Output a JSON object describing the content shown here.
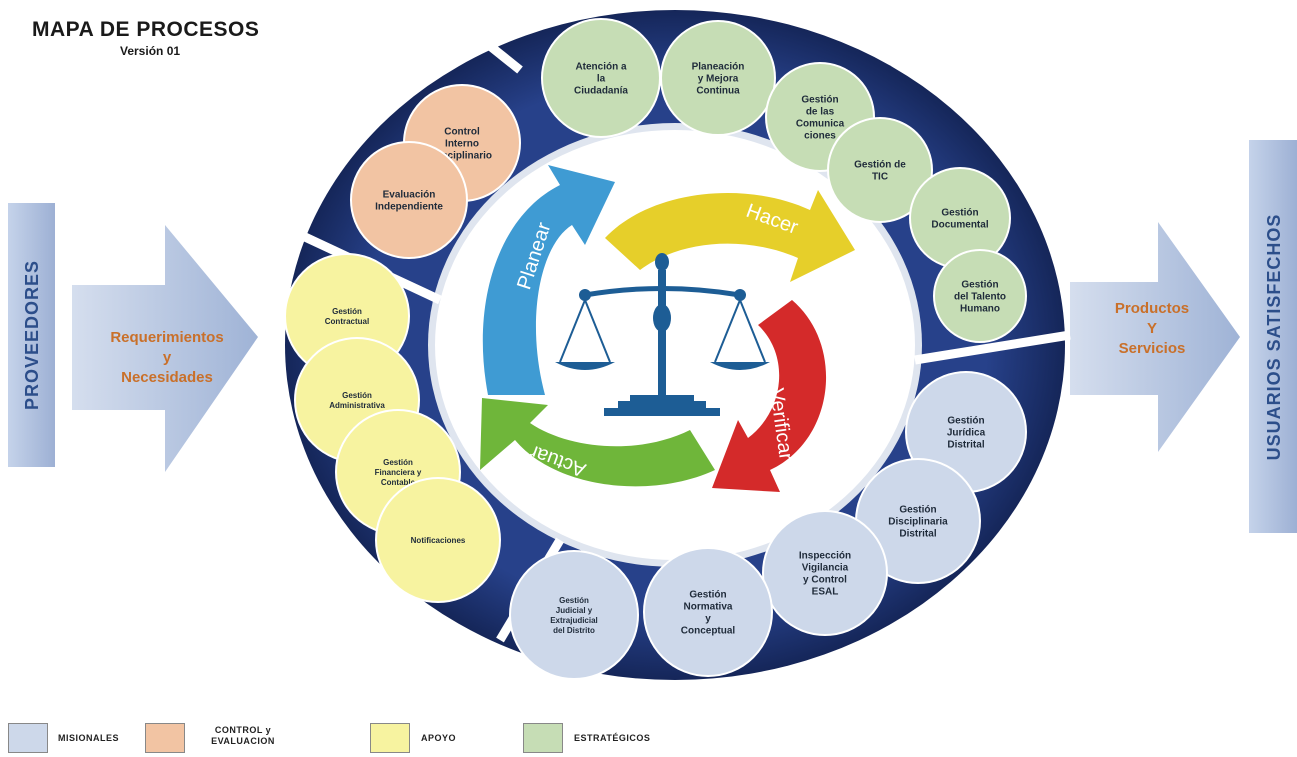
{
  "header": {
    "title": "MAPA DE PROCESOS",
    "version": "Versión 01"
  },
  "inputs": {
    "side_label": "PROVEEDORES",
    "arrow_label_lines": [
      "Requerimientos",
      "y",
      "Necesidades"
    ]
  },
  "outputs": {
    "side_label": "USUARIOS SATISFECHOS",
    "arrow_label_lines": [
      "Productos",
      "Y",
      "Servicios"
    ]
  },
  "cycle": {
    "planear": "Planear",
    "hacer": "Hacer",
    "verificar": "Verificar",
    "actuar": "Actuar"
  },
  "processes": {
    "estrategicos": [
      {
        "lines": [
          "Atención a",
          "la",
          "Ciudadanía"
        ]
      },
      {
        "lines": [
          "Planeación",
          "y Mejora",
          "Continua"
        ]
      },
      {
        "lines": [
          "Gestión",
          "de las",
          "Comunica",
          "ciones"
        ]
      },
      {
        "lines": [
          "Gestión de",
          "TIC"
        ]
      },
      {
        "lines": [
          "Gestión",
          "Documental"
        ]
      },
      {
        "lines": [
          "Gestión",
          "del Talento",
          "Humano"
        ]
      }
    ],
    "control": [
      {
        "lines": [
          "Control",
          "Interno",
          "Disciplinario"
        ]
      },
      {
        "lines": [
          "Evaluación",
          "Independiente"
        ]
      }
    ],
    "apoyo": [
      {
        "lines": [
          "Gestión",
          "Contractual"
        ]
      },
      {
        "lines": [
          "Gestión",
          "Administrativa"
        ]
      },
      {
        "lines": [
          "Gestión",
          "Financiera y",
          "Contable"
        ]
      },
      {
        "lines": [
          "Notificaciones"
        ]
      }
    ],
    "misionales": [
      {
        "lines": [
          "Gestión",
          "Jurídica",
          "Distrital"
        ]
      },
      {
        "lines": [
          "Gestión",
          "Disciplinaria",
          "Distrital"
        ]
      },
      {
        "lines": [
          "Inspección",
          "Vigilancia",
          "y Control",
          "ESAL"
        ]
      },
      {
        "lines": [
          "Gestión",
          "Normativa",
          "y",
          "Conceptual"
        ]
      },
      {
        "lines": [
          "Gestión",
          "Judicial y",
          "Extrajudicial",
          "del Distrito"
        ]
      }
    ]
  },
  "legend": [
    {
      "label": "MISIONALES",
      "color": "#cdd8ea"
    },
    {
      "label": "CONTROL y EVALUACION",
      "color": "#f2c4a3"
    },
    {
      "label": "APOYO",
      "color": "#f7f3a0"
    },
    {
      "label": "ESTRATÉGICOS",
      "color": "#c6ddb5"
    }
  ],
  "colors": {
    "ring": "#1b2f6e",
    "misionales": "#cdd8ea",
    "control": "#f2c4a3",
    "apoyo": "#f7f3a0",
    "estrategicos": "#c6ddb5",
    "planear": "#3f9bd3",
    "hacer": "#e6cf2a",
    "verificar": "#d42a2a",
    "actuar": "#6fb63a",
    "arrow_fill": "#b9c9e2",
    "arrow_text": "#c9702a",
    "side_text": "#2c4e8a",
    "scale": "#1d5d95"
  }
}
